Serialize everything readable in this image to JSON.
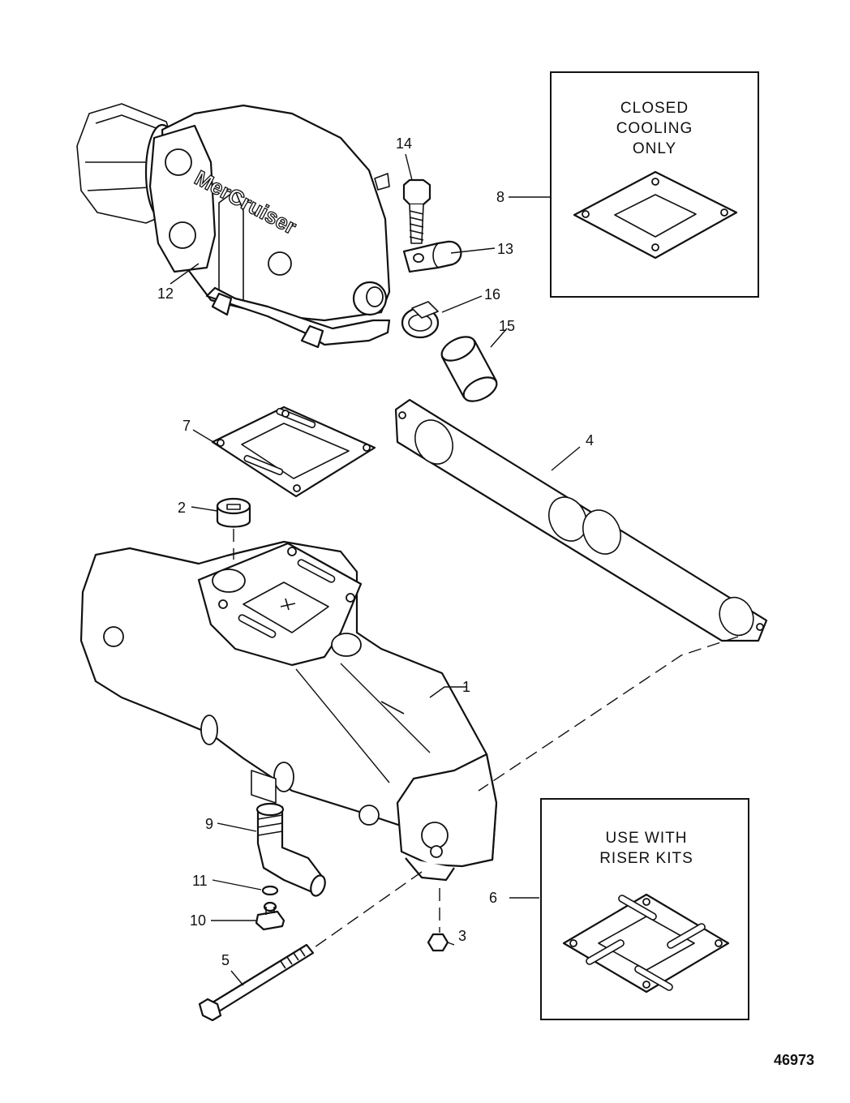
{
  "callouts": {
    "c1": "1",
    "c2": "2",
    "c3": "3",
    "c4": "4",
    "c5": "5",
    "c6": "6",
    "c7": "7",
    "c8": "8",
    "c9": "9",
    "c10": "10",
    "c11": "11",
    "c12": "12",
    "c13": "13",
    "c14": "14",
    "c15": "15",
    "c16": "16"
  },
  "box_top": {
    "line1": "CLOSED",
    "line2": "COOLING",
    "line3": "ONLY"
  },
  "box_bottom": {
    "line1": "USE WITH",
    "line2": "RISER KITS"
  },
  "elbow_logo": "MerCruiser",
  "drawing_number": "46973"
}
